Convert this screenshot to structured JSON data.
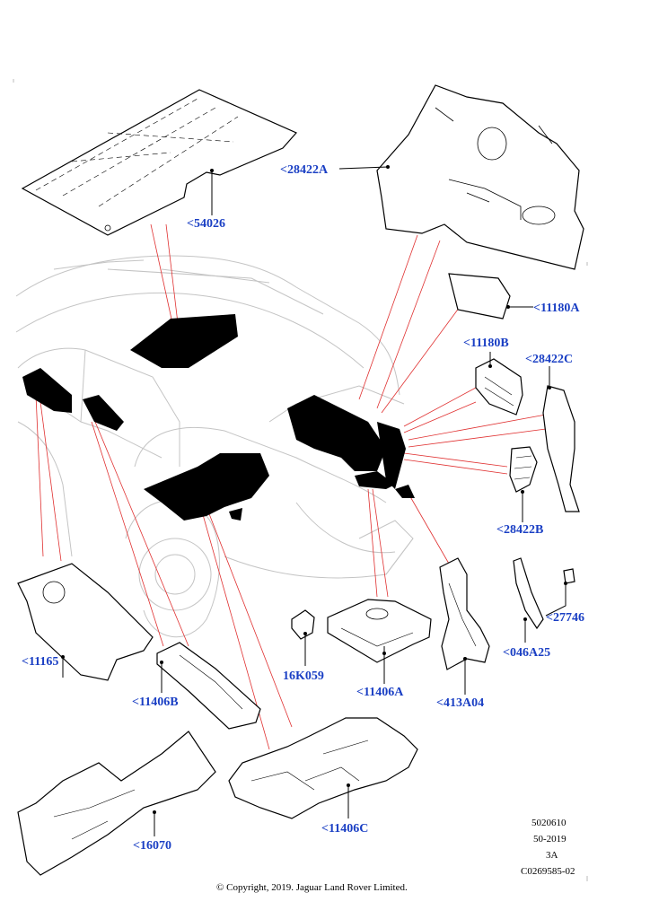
{
  "callouts": {
    "c54026": "<54026",
    "c28422A": "<28422A",
    "c11180A": "<11180A",
    "c11180B": "<11180B",
    "c28422C": "<28422C",
    "c28422B": "<28422B",
    "c27746": "<27746",
    "c046A25": "<046A25",
    "c413A04": "<413A04",
    "c11406A": "<11406A",
    "c16K059": "16K059",
    "c11406B": "<11406B",
    "c11165": "<11165",
    "c16070": "<16070",
    "c11406C": "<11406C"
  },
  "meta": {
    "line1": "5020610",
    "line2": "50-2019",
    "line3": "3A",
    "line4": "C0269585-02"
  },
  "copyright": "© Copyright, 2019. Jaguar Land Rover Limited."
}
